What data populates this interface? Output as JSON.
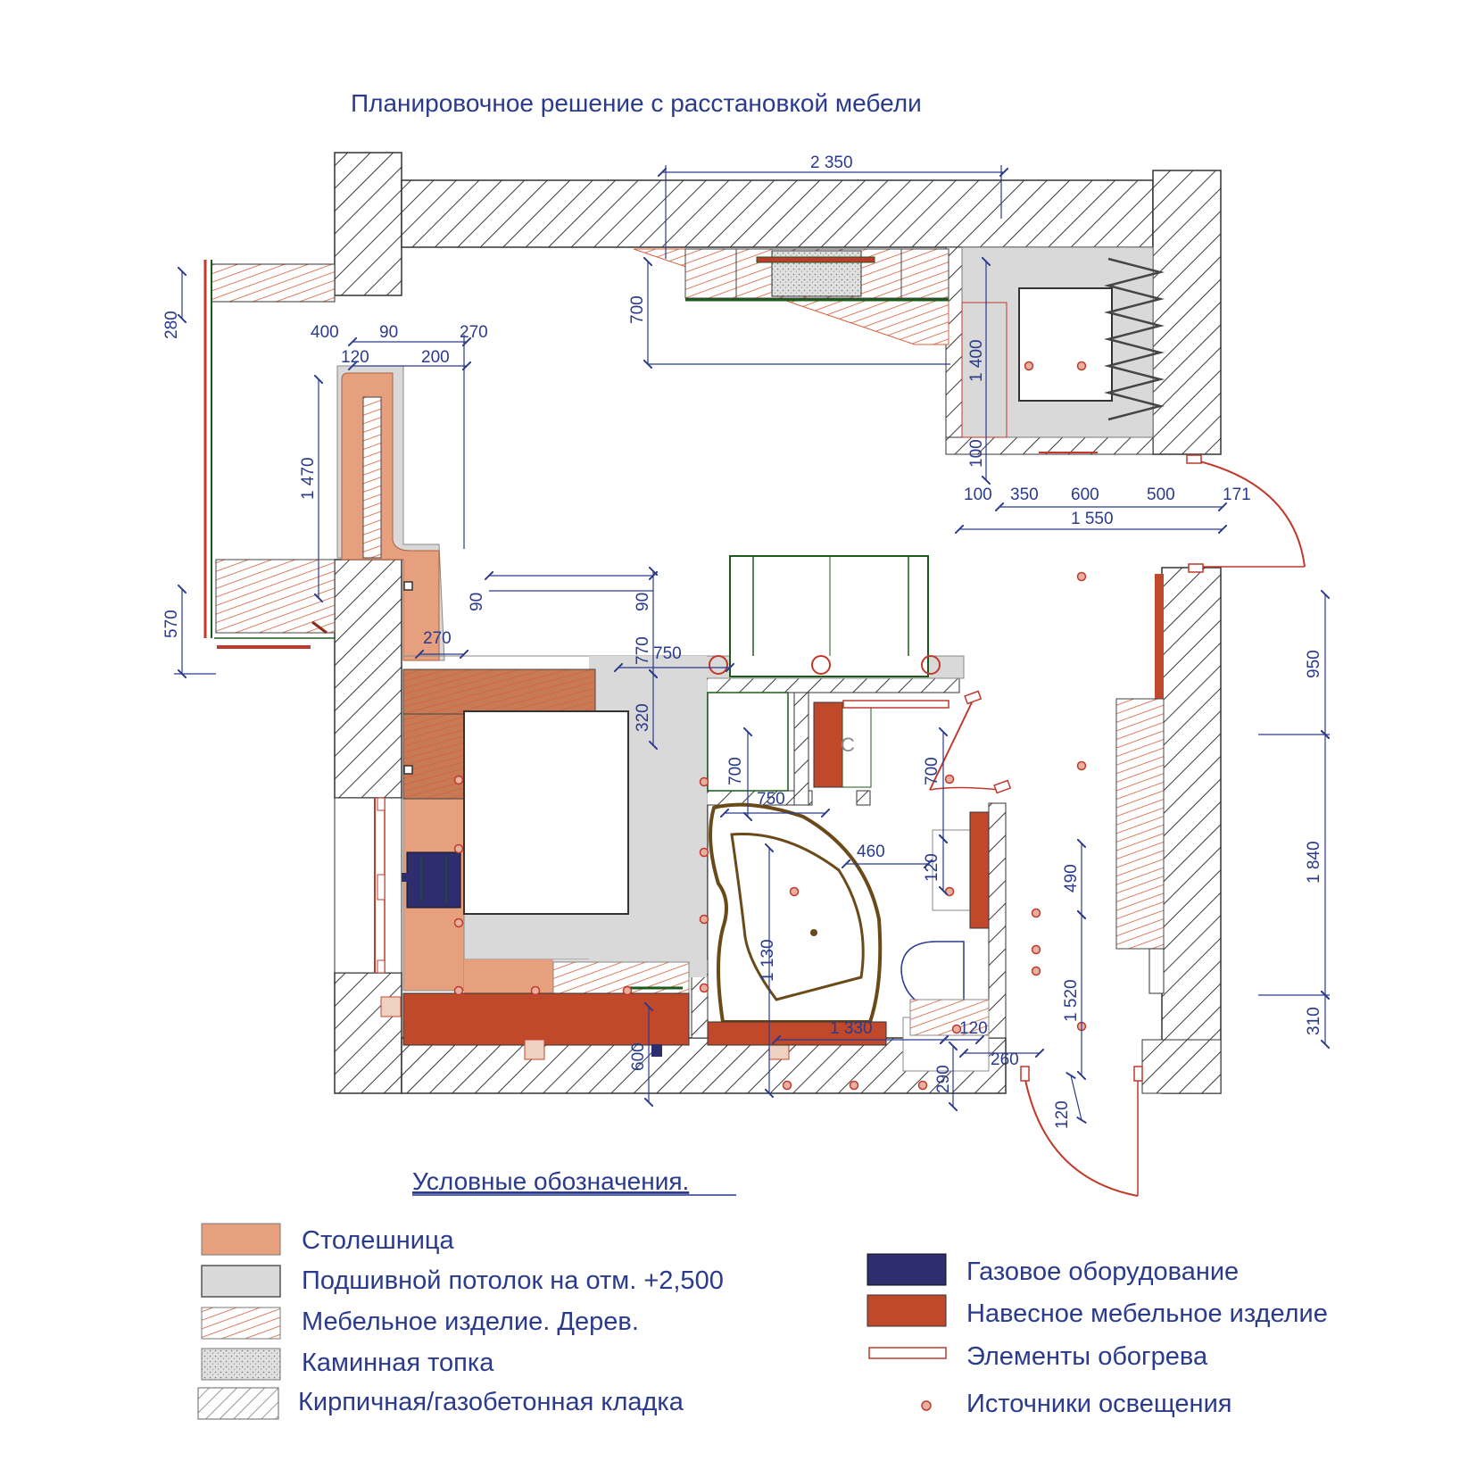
{
  "title": "Планировочное решение с расстановкой мебели",
  "legend": {
    "title": "Условные обозначения.",
    "items": [
      {
        "label": "Столешница",
        "swatch": "countertop",
        "color": "#e6a07e"
      },
      {
        "label": "Подшивной потолок на отм. +2,500",
        "swatch": "ceiling",
        "color": "#d9d9d9"
      },
      {
        "label": "Мебельное изделие. Дерев.",
        "swatch": "wood",
        "color": "#d4603c"
      },
      {
        "label": "Каминная топка",
        "swatch": "firebox",
        "color": "#cccccc"
      },
      {
        "label": "Кирпичная/газобетонная кладка",
        "swatch": "masonry",
        "color": "#555555"
      },
      {
        "label": "Газовое оборудование",
        "swatch": "gas",
        "color": "#2e2e6e"
      },
      {
        "label": "Навесное мебельное изделие",
        "swatch": "hanging",
        "color": "#c0492b"
      },
      {
        "label": "Элементы обогрева",
        "swatch": "heating",
        "color": "#c0392b"
      },
      {
        "label": "Источники освещения",
        "swatch": "light",
        "color": "#c0392b"
      }
    ]
  },
  "dimensions": {
    "top_2350": "2 350",
    "v_700": "700",
    "v_1400": "1 400",
    "v_100": "100",
    "h_100": "100",
    "h_350": "350",
    "h_600": "600",
    "h_500": "500",
    "h_171": "171",
    "h_1550": "1 550",
    "v_280": "280",
    "h_400": "400",
    "h_90a": "90",
    "h_270a": "270",
    "h_120a": "120",
    "h_200": "200",
    "v_1470": "1 470",
    "v_570": "570",
    "v_90a": "90",
    "v_90b": "90",
    "h_270b": "270",
    "v_770": "770",
    "h_750a": "750",
    "v_320": "320",
    "v_700b": "700",
    "h_750b": "750",
    "v_700c": "700",
    "h_460": "460",
    "v_120b": "120",
    "v_1130": "1 130",
    "h_1330": "1 330",
    "h_120c": "120",
    "h_260": "260",
    "v_290": "290",
    "v_600": "600",
    "v_490": "490",
    "v_1520": "1 520",
    "v_120d": "120",
    "v_950": "950",
    "v_1840": "1 840",
    "v_310": "310",
    "wc_letter": "C"
  }
}
